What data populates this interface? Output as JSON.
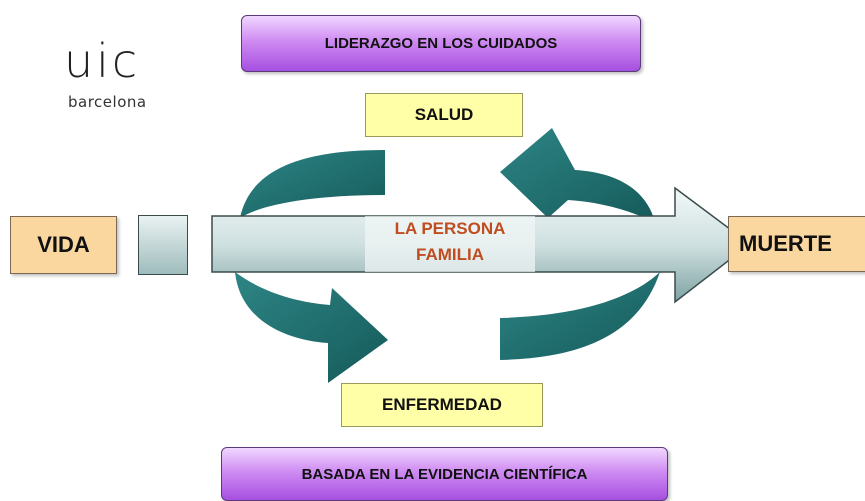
{
  "logo": {
    "mark": "uic",
    "sub": "barcelona"
  },
  "banners": {
    "top": "LIDERAZGO EN LOS CUIDADOS",
    "bottom": "BASADA EN LA EVIDENCIA CIENTÍFICA"
  },
  "labels": {
    "salud": "SALUD",
    "enfermedad": "ENFERMEDAD",
    "vida": "VIDA",
    "muerte": "MUERTE",
    "center_line1": "LA PERSONA",
    "center_line2": "FAMILIA"
  },
  "colors": {
    "banner": "#c07ae8",
    "label_yellow": "#ffffa8",
    "box_orange": "#fbd7a0",
    "arc_teal": "#1f6f6f",
    "center_text": "#c04d1f"
  }
}
